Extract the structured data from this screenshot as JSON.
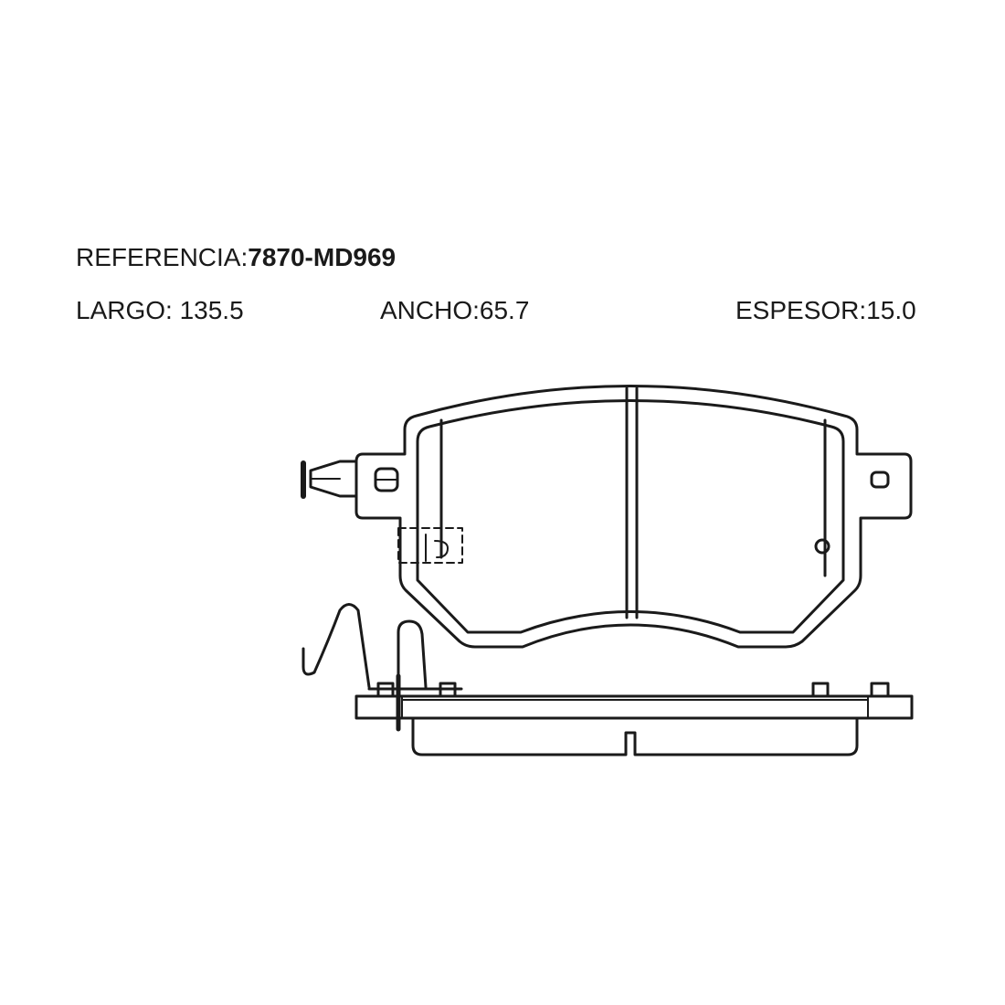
{
  "specs": {
    "referencia_label": "REFERENCIA:",
    "referencia_value": "7870-MD969",
    "largo_label": "LARGO:",
    "largo_value": "135.5",
    "ancho_label": "ANCHO:",
    "ancho_value": "65.7",
    "espesor_label": "ESPESOR:",
    "espesor_value": "15.0"
  },
  "colors": {
    "line": "#1a1a1a",
    "background": "#ffffff"
  }
}
